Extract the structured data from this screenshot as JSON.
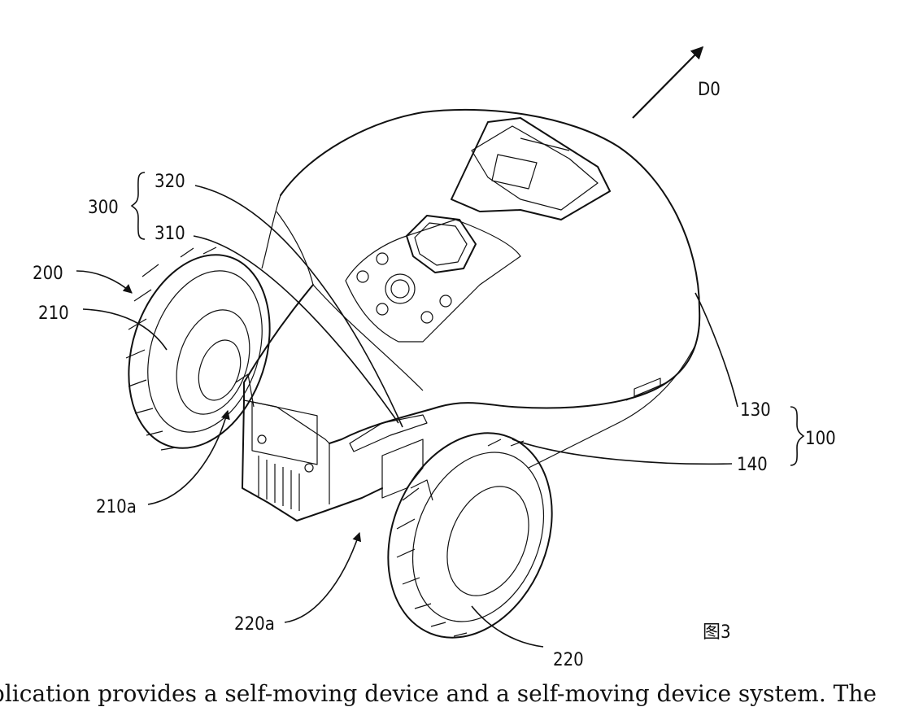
{
  "figure": {
    "direction_label": "D0",
    "figure_number": "图3",
    "callouts": {
      "c300": "300",
      "c320": "320",
      "c310": "310",
      "c200": "200",
      "c210": "210",
      "c210a": "210a",
      "c220a": "220a",
      "c220": "220",
      "c130": "130",
      "c140": "140",
      "c100": "100"
    }
  },
  "caption": "pplication provides a self-moving device and a self-moving device system. The"
}
